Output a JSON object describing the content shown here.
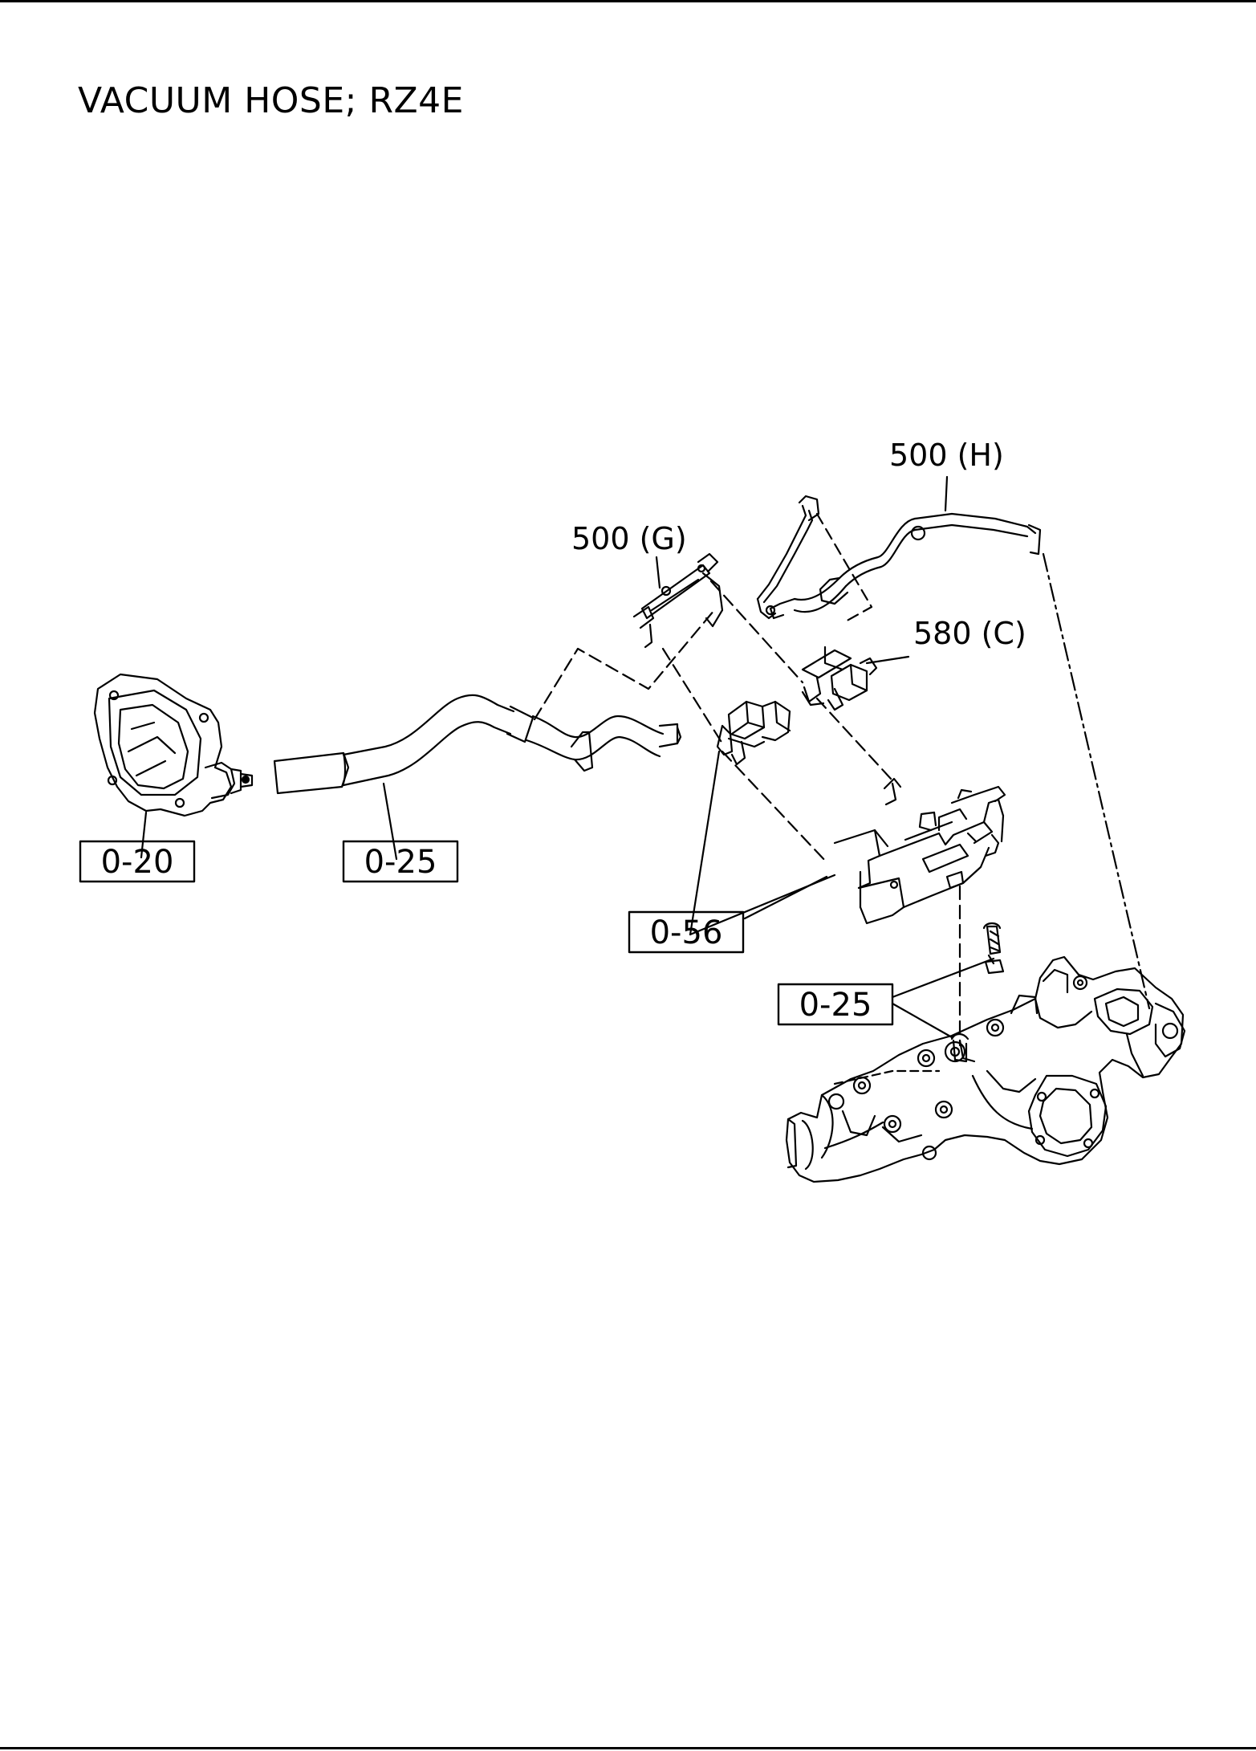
{
  "title": "VACUUM HOSE; RZ4E",
  "callouts": {
    "vacuum_pump": "0-20",
    "hose_main": "0-25",
    "solenoid_bracket": "0-56",
    "manifold_bolt": "0-25",
    "pipe_g": "500 (G)",
    "pipe_h": "500 (H)",
    "valve_c": "580 (C)"
  }
}
